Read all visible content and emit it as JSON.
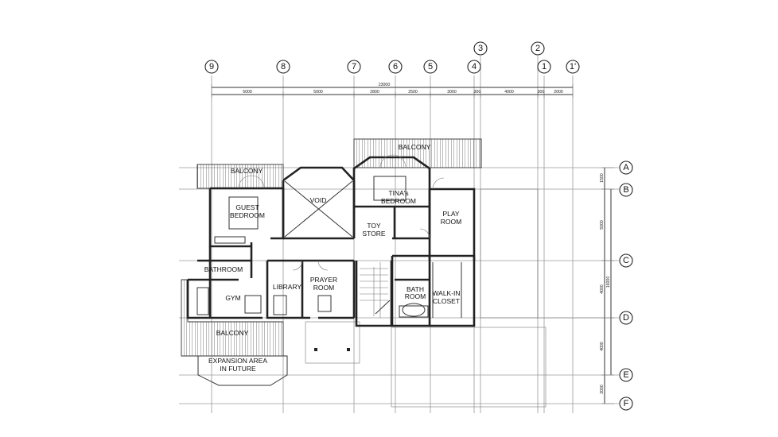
{
  "grid_columns": [
    {
      "label": "9"
    },
    {
      "label": "8"
    },
    {
      "label": "7"
    },
    {
      "label": "6"
    },
    {
      "label": "5"
    },
    {
      "label": "4"
    },
    {
      "label": "3"
    },
    {
      "label": "2"
    },
    {
      "label": "1"
    },
    {
      "label": "1'"
    }
  ],
  "grid_rows": [
    {
      "label": "A"
    },
    {
      "label": "B"
    },
    {
      "label": "C"
    },
    {
      "label": "D"
    },
    {
      "label": "E"
    },
    {
      "label": "F"
    }
  ],
  "dimensions": {
    "overall": "23000",
    "segments": [
      "5000",
      "5000",
      "2800",
      "2500",
      "3000",
      "300",
      "4000",
      "300",
      "2000"
    ],
    "vertical": [
      "1500",
      "5000",
      "4000",
      "4000",
      "2000"
    ],
    "vertical_total": "16000"
  },
  "rooms": {
    "balcony_top_left": "BALCONY",
    "guest_bedroom_1": "GUEST",
    "guest_bedroom_2": "BEDROOM",
    "void": "VOID",
    "balcony_top_right": "BALCONY",
    "tinas_bedroom_1": "TINA's",
    "tinas_bedroom_2": "BEDROOM",
    "toy_store_1": "TOY",
    "toy_store_2": "STORE",
    "play_room_1": "PLAY",
    "play_room_2": "ROOM",
    "bathroom_left": "BATHROOM",
    "library": "LIBRARY",
    "prayer_room_1": "PRAYER",
    "prayer_room_2": "ROOM",
    "gym": "GYM",
    "bath_room_1": "BATH",
    "bath_room_2": "ROOM",
    "walk_in_closet_1": "WALK-IN",
    "walk_in_closet_2": "CLOSET",
    "balcony_bottom": "BALCONY",
    "expansion_1": "EXPANSION AREA",
    "expansion_2": "IN FUTURE"
  }
}
